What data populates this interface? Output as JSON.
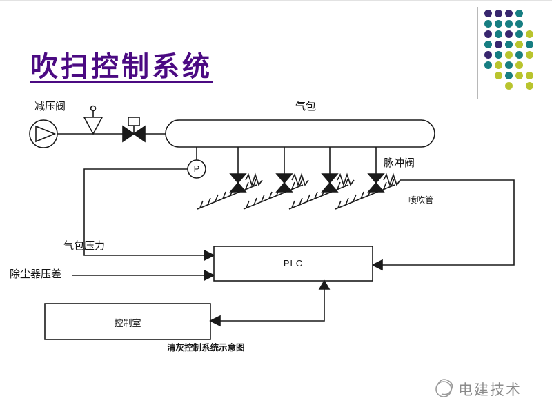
{
  "slide": {
    "title": "吹扫控制系统",
    "title_color": "#4b0a82"
  },
  "decor": {
    "colors": {
      "p": "#38266e",
      "t": "#177e82",
      "g": "#b9c42e"
    },
    "grid": [
      [
        "p",
        "p",
        "p",
        "t",
        ""
      ],
      [
        "t",
        "t",
        "t",
        "t",
        ""
      ],
      [
        "p",
        "t",
        "p",
        "t",
        "g"
      ],
      [
        "t",
        "p",
        "t",
        "g",
        "t"
      ],
      [
        "p",
        "t",
        "g",
        "t",
        "g"
      ],
      [
        "t",
        "g",
        "t",
        "g",
        ""
      ],
      [
        "",
        "g",
        "t",
        "g",
        "g"
      ],
      [
        "",
        "",
        "g",
        "",
        "g"
      ]
    ]
  },
  "diagram": {
    "labels": {
      "pressure_reducing_valve": "减压阀",
      "air_tank": "气包",
      "gauge_letter": "P",
      "pulse_valve": "脉冲阀",
      "blow_pipe": "喷吹管",
      "tank_pressure": "气包压力",
      "collector_dp": "除尘器压差",
      "plc": "PLC",
      "control_room": "控制室",
      "caption": "清灰控制系统示意图"
    }
  },
  "footer": {
    "brand": "电建技术"
  }
}
